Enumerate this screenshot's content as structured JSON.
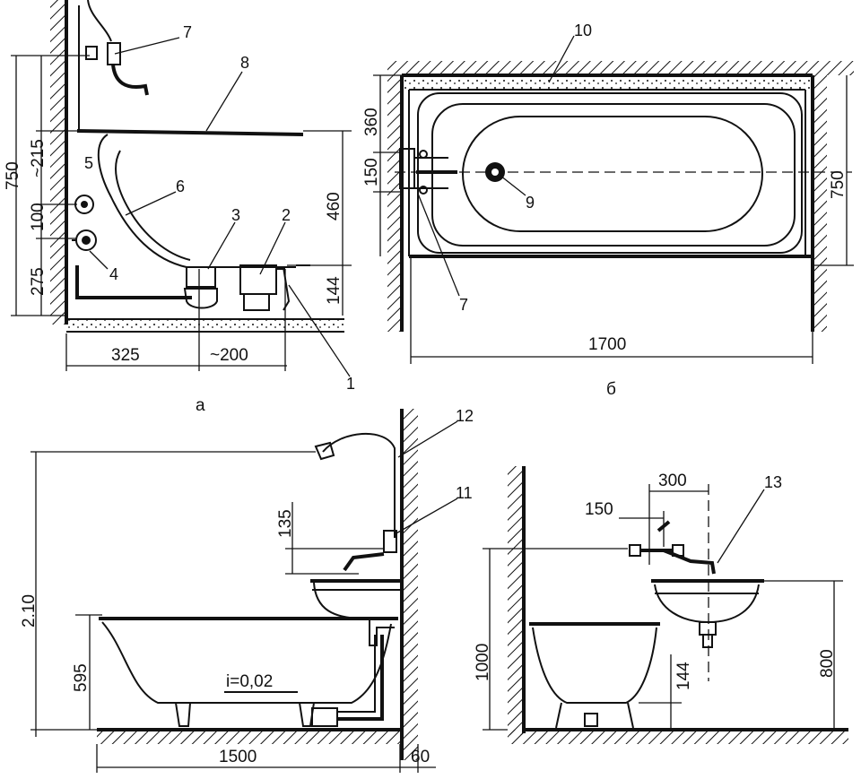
{
  "panel_a": {
    "letter": "a",
    "dims": {
      "d750": "750",
      "d215": "~215",
      "d100": "100",
      "d275": "275",
      "d460": "460",
      "d144": "144",
      "d325": "325",
      "d200": "~200"
    },
    "labels": {
      "n1": "1",
      "n2": "2",
      "n3": "3",
      "n4": "4",
      "n5": "5",
      "n6": "6",
      "n7": "7",
      "n8": "8"
    }
  },
  "panel_b": {
    "letter": "б",
    "dims": {
      "d360": "360",
      "d150": "150",
      "d750": "750",
      "d1700": "1700"
    },
    "labels": {
      "n7": "7",
      "n9": "9",
      "n10": "10"
    }
  },
  "panel_c": {
    "dims": {
      "d210": "2.10",
      "d135": "135",
      "d595": "595",
      "d1500": "1500",
      "d60": "60"
    },
    "slope": "i=0,02",
    "labels": {
      "n11": "11",
      "n12": "12"
    }
  },
  "panel_d": {
    "dims": {
      "d300": "300",
      "d150": "150",
      "d1000": "1000",
      "d144": "144",
      "d800": "800"
    },
    "labels": {
      "n13": "13"
    }
  }
}
